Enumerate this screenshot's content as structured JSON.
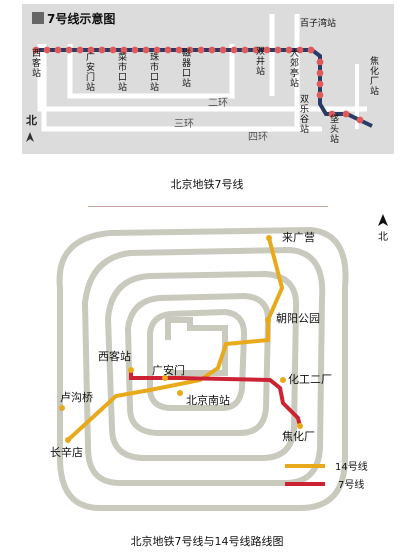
{
  "map1": {
    "title": "7号线示意图",
    "stations": [
      "西客站",
      "广安门站",
      "菜市口站",
      "珠市口站",
      "磁器口站",
      "双井站",
      "大郊亭站",
      "百子湾站",
      "焦化厂站",
      "双乐谷站",
      "垡头站"
    ],
    "ring_labels": [
      "二环",
      "三环",
      "四环"
    ],
    "north_label": "北",
    "caption": "北京地铁7号线",
    "colors": {
      "line": "#283a66",
      "station": "#e05a5a",
      "map_bg": "#dcdcdc"
    }
  },
  "map2": {
    "stations": [
      "来广营",
      "朝阳公园",
      "西客站",
      "广安门",
      "北京南站",
      "化工二厂",
      "卢沟桥",
      "长辛店",
      "焦化厂"
    ],
    "north_label": "北",
    "legend": [
      {
        "label": "14号线",
        "color": "#e8a91a"
      },
      {
        "label": "7号线",
        "color": "#cc2233"
      }
    ],
    "caption": "北京地铁7号线与14号线路线图",
    "colors": {
      "ring": "#c9cabd",
      "station_dot": "#e8a91a"
    }
  }
}
